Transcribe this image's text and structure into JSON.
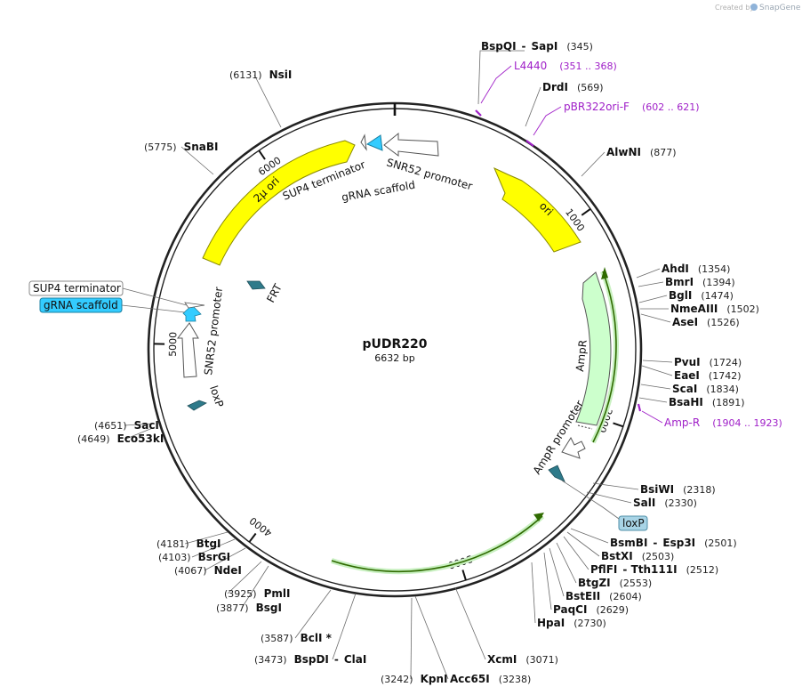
{
  "watermark": {
    "created_by": "Created by",
    "brand": "SnapGene"
  },
  "plasmid": {
    "name": "pUDR220",
    "size_label": "6632 bp",
    "length": 6632
  },
  "colors": {
    "backbone": "#222222",
    "origin": "#ffff00",
    "origin_stroke": "#8a8a00",
    "ampr": "#ccffcc",
    "promoter": "#ffffff",
    "scaffold": "#33ccff",
    "site": "#2e7a8a",
    "primer": "#a020c8",
    "orf": "#2f6b00",
    "orf_glow": "#c8f0c0",
    "loxp_box": "#a8d4e6"
  },
  "ticks": [
    "1000",
    "2000",
    "3000",
    "4000",
    "5000",
    "6000"
  ],
  "features": {
    "two_mu_ori": "2µ ori",
    "ori": "ori",
    "ampr": "AmpR",
    "ampr_promoter": "AmpR promoter",
    "snr52_top": "SNR52 promoter",
    "grna_top": "gRNA scaffold",
    "sup4_top": "SUP4 terminator",
    "snr52_left": "SNR52 promoter",
    "frt": "FRT",
    "loxp_left": "loxP",
    "boxed_sup4": "SUP4 terminator",
    "boxed_grna": "gRNA scaffold",
    "boxed_loxp": "loxP"
  },
  "sites": [
    {
      "name": "BspQI",
      "name2": "SapI",
      "sep": "-",
      "pos": "(345)"
    },
    {
      "name": "DrdI",
      "pos": "(569)"
    },
    {
      "name": "AlwNI",
      "pos": "(877)"
    },
    {
      "name": "AhdI",
      "pos": "(1354)"
    },
    {
      "name": "BmrI",
      "pos": "(1394)"
    },
    {
      "name": "BglI",
      "pos": "(1474)"
    },
    {
      "name": "NmeAIII",
      "pos": "(1502)"
    },
    {
      "name": "AseI",
      "pos": "(1526)"
    },
    {
      "name": "PvuI",
      "pos": "(1724)"
    },
    {
      "name": "EaeI",
      "pos": "(1742)"
    },
    {
      "name": "ScaI",
      "pos": "(1834)"
    },
    {
      "name": "BsaHI",
      "pos": "(1891)"
    },
    {
      "name": "BsiWI",
      "pos": "(2318)"
    },
    {
      "name": "SalI",
      "pos": "(2330)"
    },
    {
      "name": "BsmBI",
      "name2": "Esp3I",
      "sep": "-",
      "pos": "(2501)"
    },
    {
      "name": "BstXI",
      "pos": "(2503)"
    },
    {
      "name": "PflFI",
      "name2": "Tth111I",
      "sep": "-",
      "pos": "(2512)"
    },
    {
      "name": "BtgZI",
      "pos": "(2553)"
    },
    {
      "name": "BstEII",
      "pos": "(2604)"
    },
    {
      "name": "PaqCI",
      "pos": "(2629)"
    },
    {
      "name": "HpaI",
      "pos": "(2730)"
    },
    {
      "name": "XcmI",
      "pos": "(3071)"
    },
    {
      "name": "Acc65I",
      "pos": "(3238)"
    },
    {
      "name": "KpnI",
      "pos": "(3242)"
    },
    {
      "name": "BspDI",
      "name2": "ClaI",
      "sep": "-",
      "pos": "(3473)"
    },
    {
      "name": "BclI *",
      "pos": "(3587)"
    },
    {
      "name": "BsgI",
      "pos": "(3877)"
    },
    {
      "name": "PmlI",
      "pos": "(3925)"
    },
    {
      "name": "NdeI",
      "pos": "(4067)"
    },
    {
      "name": "BsrGI",
      "pos": "(4103)"
    },
    {
      "name": "BtgI",
      "pos": "(4181)"
    },
    {
      "name": "Eco53kI",
      "pos": "(4649)"
    },
    {
      "name": "SacI",
      "pos": "(4651)"
    },
    {
      "name": "SnaBI",
      "pos": "(5775)"
    },
    {
      "name": "NsiI",
      "pos": "(6131)"
    }
  ],
  "primers": [
    {
      "name": "L4440",
      "pos": "(351 .. 368)"
    },
    {
      "name": "pBR322ori-F",
      "pos": "(602 .. 621)"
    },
    {
      "name": "Amp-R",
      "pos": "(1904 .. 1923)"
    }
  ]
}
